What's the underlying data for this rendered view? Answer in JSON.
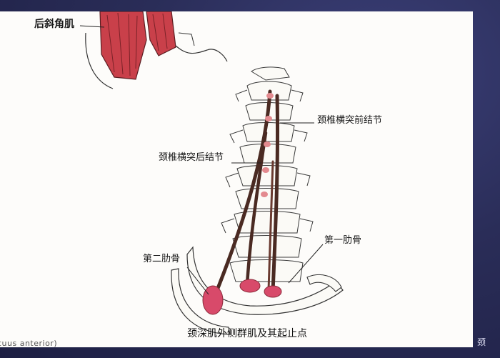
{
  "diagram": {
    "labels": {
      "posterior_scalene": "后斜角肌",
      "anterior_tubercle": "颈椎横突前结节",
      "posterior_tubercle": "颈椎横突后结节",
      "first_rib": "第一肋骨",
      "second_rib": "第二肋骨"
    },
    "caption": "颈深肌外侧群肌及其起止点",
    "clipped_text_left": "cuus anterior)",
    "clipped_text_right": "颈"
  },
  "colors": {
    "muscle_red": "#c9404a",
    "muscle_highlight": "#e38a8f",
    "insertion_pink": "#d84a6a",
    "muscle_band_dark": "#4a2a22",
    "bone_line": "#3a3a3a",
    "slide_background": "#fdfcfa",
    "frame_background": "#2a2d58"
  }
}
